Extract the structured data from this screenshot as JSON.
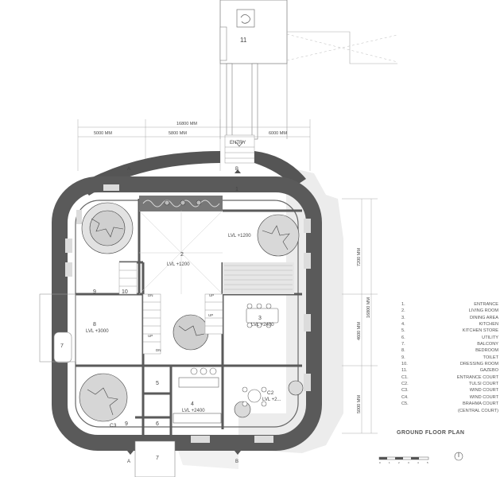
{
  "plan": {
    "title": "GROUND FLOOR PLAN",
    "entry_label": "ENTRY",
    "gazebo_number": "11",
    "dimensions": {
      "overall_width": "16800 MM",
      "width_left": "5000 MM",
      "width_mid": "5800 MM",
      "width_right": "6000 MM",
      "overall_depth": "16800 MM",
      "depth_top": "7200 MM",
      "depth_mid": "4600 MM",
      "depth_bottom": "5000 MM"
    },
    "section_marks": {
      "a": "A",
      "b": "B"
    },
    "room_numbers": [
      "1",
      "2",
      "3",
      "4",
      "5",
      "6",
      "7",
      "8",
      "9",
      "10",
      "9"
    ],
    "levels": {
      "entrance_court": "LVL +1200",
      "living": "LVL +1200",
      "dining": "LVL +2400",
      "kitchen_store": "LVL +2400",
      "bedroom": "LVL +3000",
      "wind_court": "LVL +2..."
    },
    "court_labels": {
      "c2": "C2",
      "c3": "C3"
    },
    "stair_labels": {
      "up1": "UP",
      "up2": "UP",
      "up3": "UP",
      "dn1": "DN",
      "dn2": "DN"
    },
    "legend": [
      {
        "num": "1.",
        "label": "ENTRANCE"
      },
      {
        "num": "2.",
        "label": "LIVING ROOM"
      },
      {
        "num": "3.",
        "label": "DINING AREA"
      },
      {
        "num": "4.",
        "label": "KITCHEN"
      },
      {
        "num": "5.",
        "label": "KITCHEN STORE"
      },
      {
        "num": "6.",
        "label": "UTILITY"
      },
      {
        "num": "7.",
        "label": "BALCONY"
      },
      {
        "num": "8.",
        "label": "BEDROOM"
      },
      {
        "num": "9.",
        "label": "TOILET"
      },
      {
        "num": "10.",
        "label": "DRESSING ROOM"
      },
      {
        "num": "11.",
        "label": "GAZEBO"
      },
      {
        "num": "C1.",
        "label": "ENTRANCE  COURT"
      },
      {
        "num": "C2.",
        "label": "TULSI COURT"
      },
      {
        "num": "C3.",
        "label": "WIND COURT"
      },
      {
        "num": "C4.",
        "label": "WIND COURT"
      },
      {
        "num": "C5.",
        "label": "BRAHMA COURT"
      }
    ],
    "legend_sub": "(CENTRAL COURT)",
    "scale_marks": [
      "0",
      "1",
      "2",
      "3",
      "4",
      "5"
    ]
  }
}
